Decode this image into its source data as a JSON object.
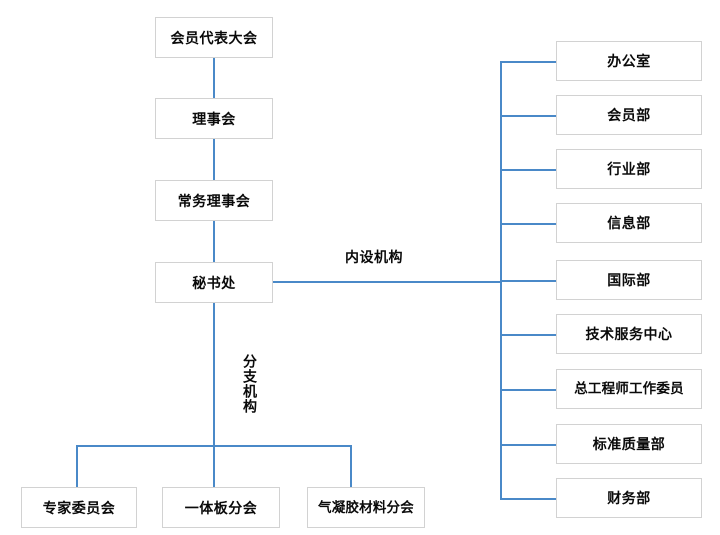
{
  "chart": {
    "type": "org-chart",
    "title": "",
    "colors": {
      "connector": "#4a89c8",
      "box_border": "#d2d2d2",
      "box_background": "#ffffff",
      "text": "#0a0a0a",
      "page_background": "#ffffff"
    },
    "hierarchy_chain": [
      {
        "label": "会员代表大会"
      },
      {
        "label": "理事会"
      },
      {
        "label": "常务理事会"
      },
      {
        "label": "秘书处"
      }
    ],
    "group_labels": {
      "internal": "内设机构",
      "branch": "分支机构"
    },
    "internal_departments": [
      {
        "label": "办公室"
      },
      {
        "label": "会员部"
      },
      {
        "label": "行业部"
      },
      {
        "label": "信息部"
      },
      {
        "label": "国际部"
      },
      {
        "label": "技术服务中心"
      },
      {
        "label": "总工程师工作委员"
      },
      {
        "label": "标准质量部"
      },
      {
        "label": "财务部"
      }
    ],
    "branch_organizations": [
      {
        "label": "专家委员会"
      },
      {
        "label": "一体板分会"
      },
      {
        "label": "气凝胶材料分会"
      }
    ]
  }
}
